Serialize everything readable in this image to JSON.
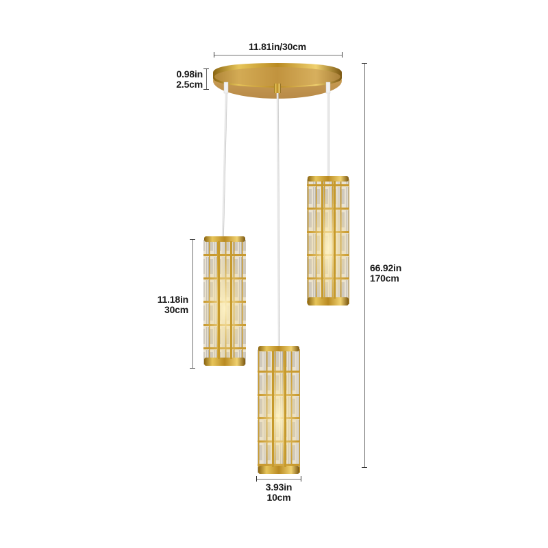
{
  "product": {
    "name": "3-light crystal pendant chandelier",
    "finish_color": "#c9a23a",
    "crystal_color": "#d8d4cc",
    "cord_color": "#f4f4f4"
  },
  "dimensions": {
    "canopy_width": {
      "in": "11.81in/30cm"
    },
    "canopy_height": {
      "in": "0.98in",
      "cm": "2.5cm"
    },
    "shade_height": {
      "in": "11.18in",
      "cm": "30cm"
    },
    "total_height": {
      "in": "66.92in",
      "cm": "170cm"
    },
    "shade_diameter": {
      "in": "3.93in",
      "cm": "10cm"
    }
  },
  "colors": {
    "background": "#ffffff",
    "dimension_line": "#6e6e6e",
    "label_text": "#1a1a1a"
  }
}
